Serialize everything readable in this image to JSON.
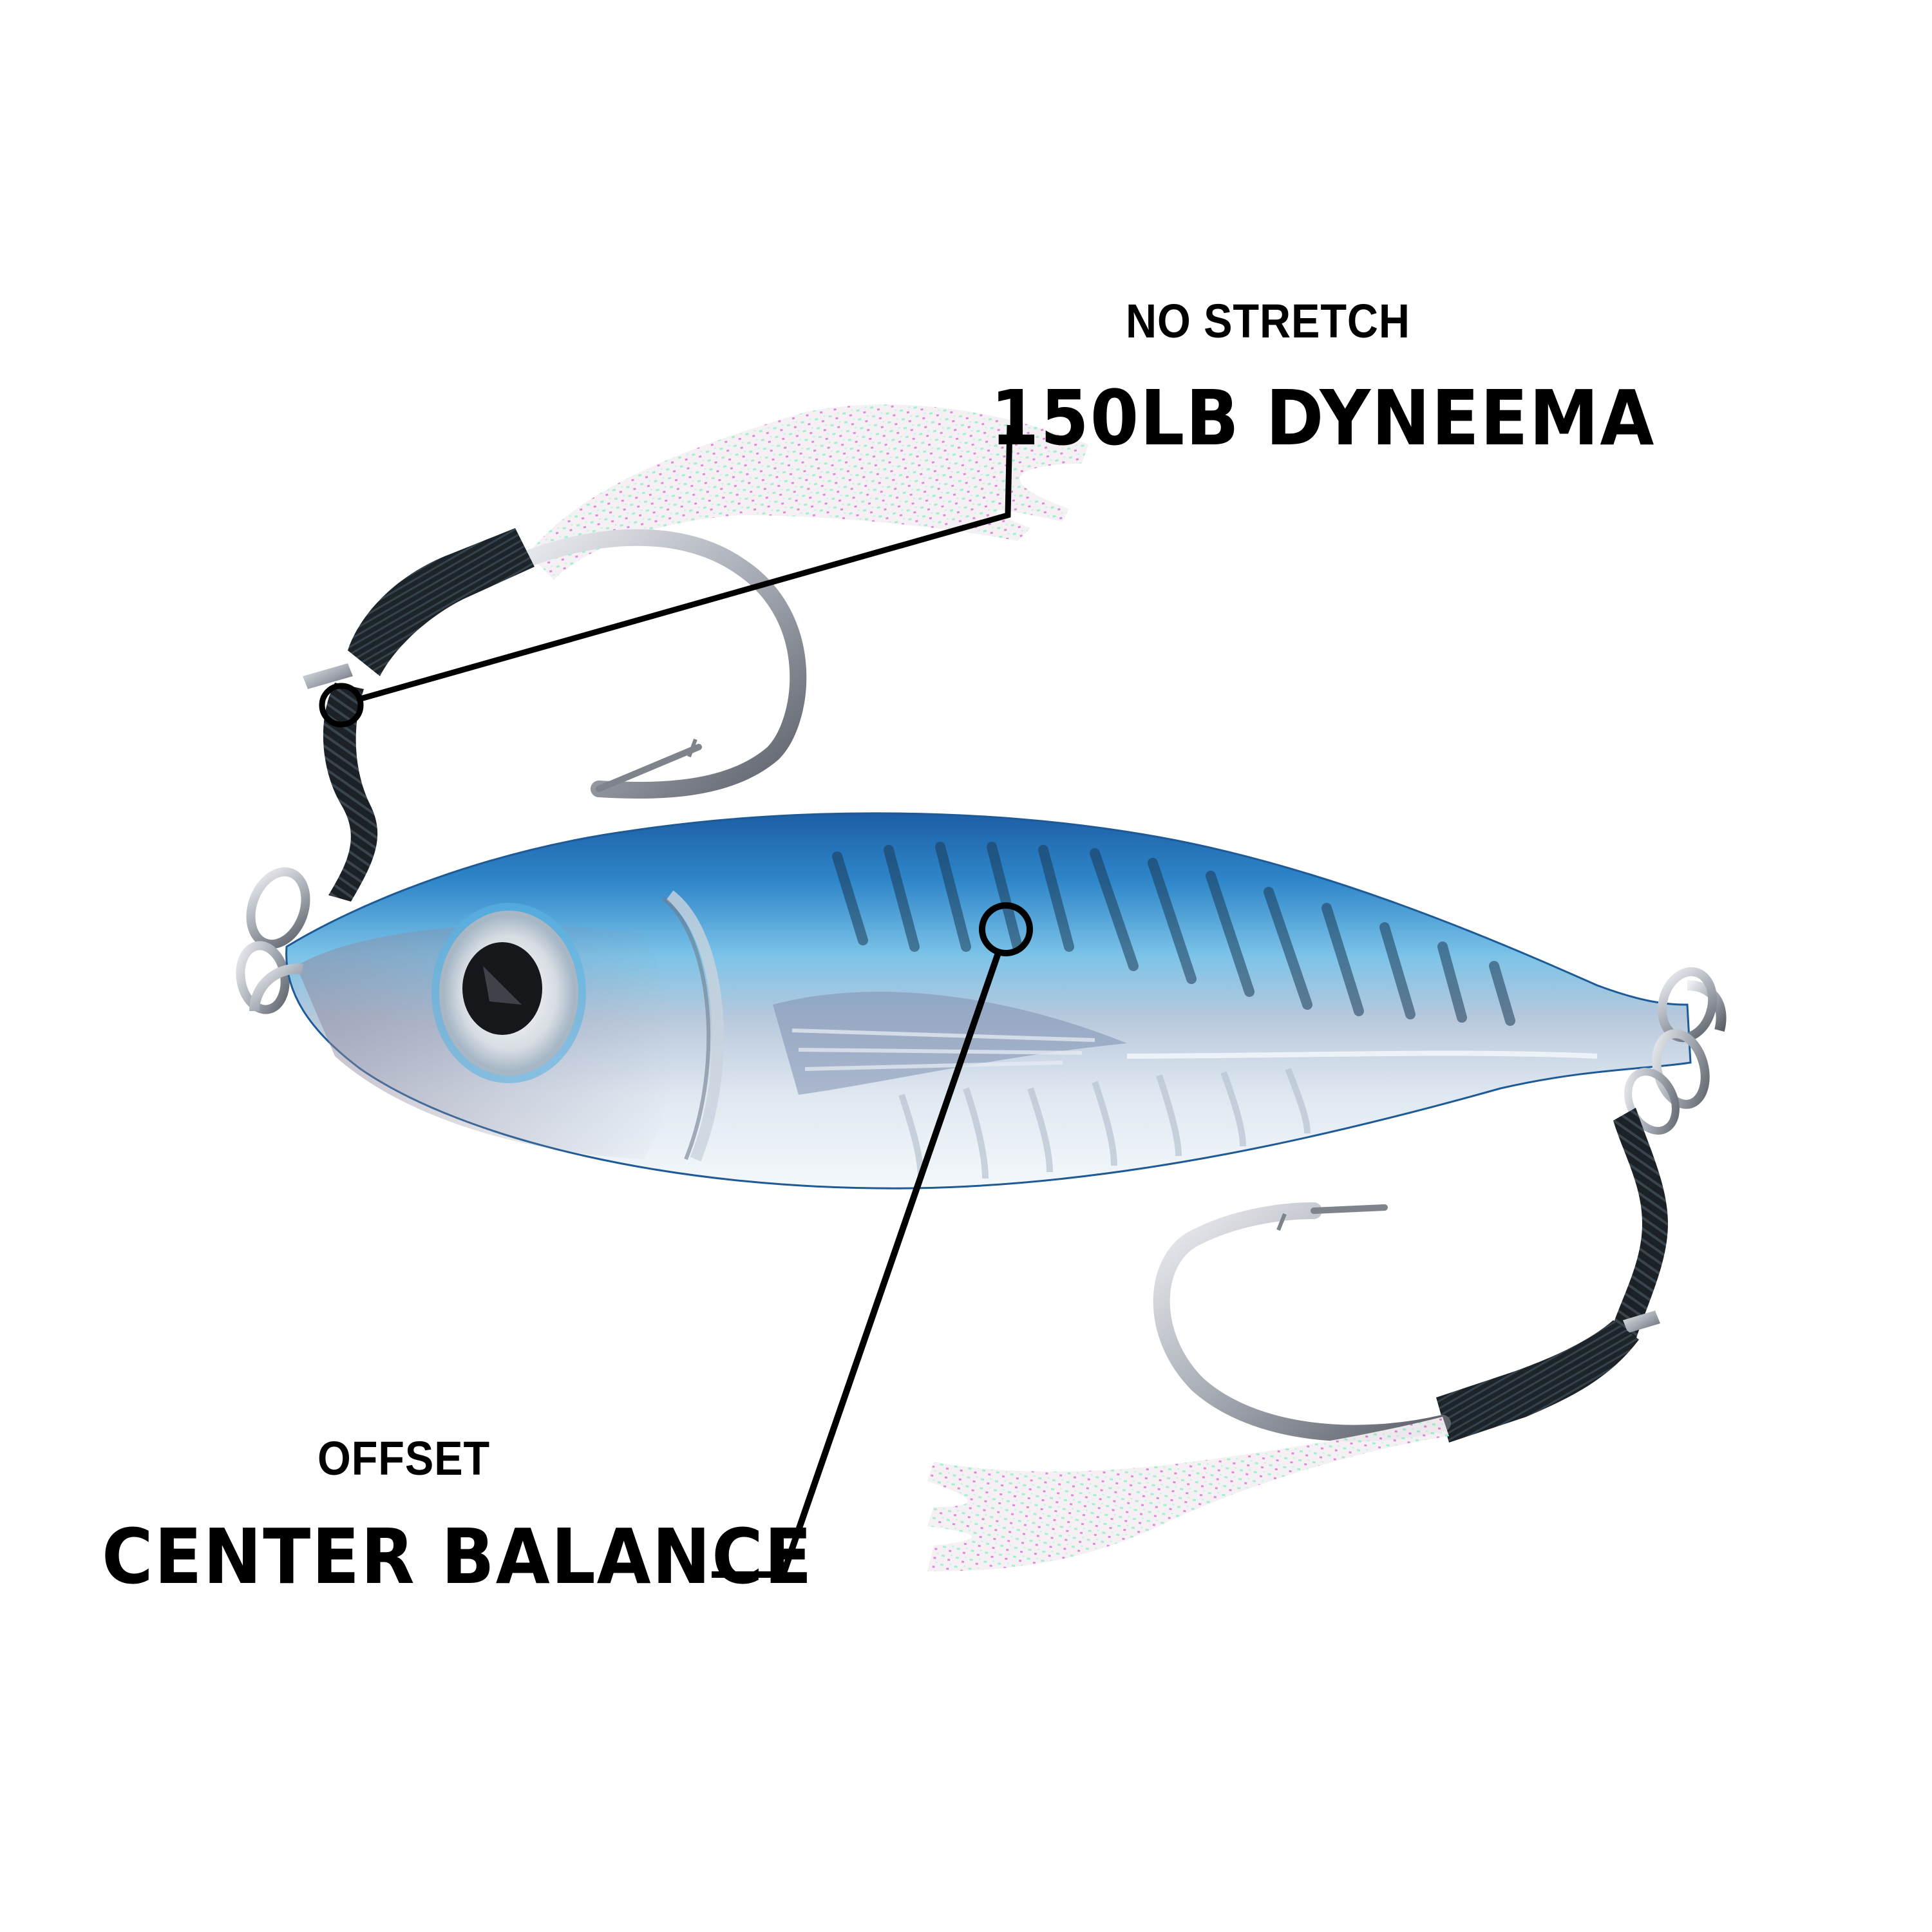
{
  "product": {
    "type": "metal jig with assist hooks",
    "colors": {
      "background": "#ffffff",
      "body_back": "#1f6fb8",
      "body_mid": "#5fb2e0",
      "body_belly": "#e8f1f8",
      "body_stripes": "#1b3a55",
      "hook_metal": "#b8bcc4",
      "braid": "#1a1f24",
      "skirt": "#f3eef2",
      "skirt_flecks_green": "#8ff0c8",
      "skirt_flecks_pink": "#d97fd6",
      "callout_line": "#000000",
      "label_text": "#000000"
    }
  },
  "callouts": [
    {
      "id": "dyneema",
      "subtitle": "NO STRETCH",
      "title": "150LB DYNEEMA",
      "target": "front assist hook braid loop"
    },
    {
      "id": "balance",
      "subtitle": "OFFSET",
      "title": "CENTER BALANCE",
      "target": "jig body center of mass"
    }
  ]
}
